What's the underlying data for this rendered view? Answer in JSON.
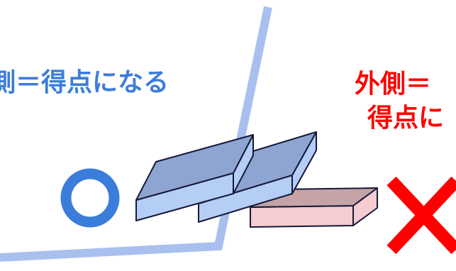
{
  "labels": {
    "inside": "側＝得点になる",
    "outside_line1": "外側＝",
    "outside_line2": "得点に"
  },
  "colors": {
    "inside_text": "#3B7DDB",
    "outside_text": "#FF0000",
    "boundary_line": "#A9C0EE",
    "circle_mark": "#3B7DDB",
    "cross_mark": "#FF0000",
    "tile_top_blue": "#8EA5D2",
    "tile_side_blue": "#B4CEF5",
    "tile_top_pink": "#C5A3A6",
    "tile_side_pink": "#F5CDD0",
    "outline": "#15193A"
  },
  "marks": {
    "correct": "circle-mark",
    "incorrect": "cross-mark"
  }
}
